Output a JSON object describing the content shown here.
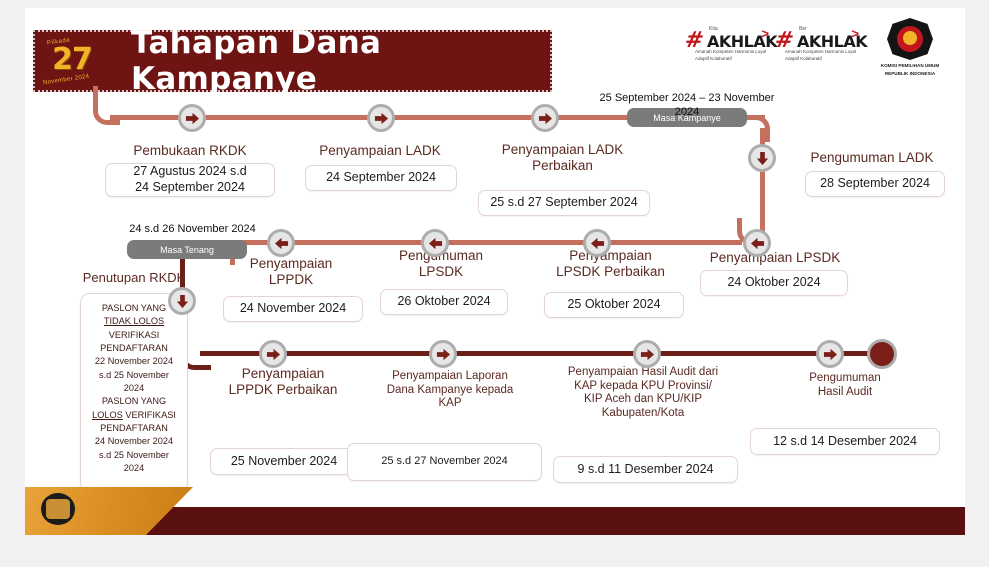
{
  "header": {
    "title": "Tahapan Dana Kampanye",
    "logo27": {
      "number": "27",
      "top_text": "Pilkada",
      "bottom_text": "November 2024"
    },
    "akhlak1": {
      "hash": "#",
      "word": "AKHLAK",
      "tag": "Kita",
      "sub": "Amanah Kompeten Harmonis Loyal Adaptif Kolaboratif"
    },
    "akhlak2": {
      "hash": "#",
      "word": "AKHLAK",
      "tag": "Ber",
      "sub": "Amanah Kompeten Harmonis Loyal Adaptif Kolaboratif"
    },
    "kpu": {
      "caption_line1": "KOMISI PEMILIHAN UMUM",
      "caption_line2": "REPUBLIK INDONESIA"
    }
  },
  "phases": {
    "kampanye": {
      "badge": "Masa Kampanye",
      "date": "25 September 2024 – 23 November 2024"
    },
    "tenang": {
      "badge": "Masa Tenang",
      "date": "24 s.d 26 November 2024"
    }
  },
  "row1": {
    "nodes": [
      {
        "label": "Pembukaan RKDK",
        "date": "27 Agustus 2024 s.d\n24 September 2024",
        "icon": "arrow-right-icon"
      },
      {
        "label": "Penyampaian LADK",
        "date": "24 September 2024",
        "icon": "arrow-right-icon"
      },
      {
        "label": "Penyampaian LADK\nPerbaikan",
        "date": "25 s.d 27 September 2024",
        "icon": "arrow-right-icon"
      },
      {
        "label": "Pengumuman LADK",
        "date": "28 September 2024",
        "icon": "arrow-down-icon"
      }
    ]
  },
  "row2": {
    "nodes": [
      {
        "label": "Penyampaian LPSDK",
        "date": "24 Oktober 2024",
        "icon": "arrow-left-icon"
      },
      {
        "label": "Penyampaian\nLPSDK Perbaikan",
        "date": "25 Oktober 2024",
        "icon": "arrow-left-icon"
      },
      {
        "label": "Pengumuman\nLPSDK",
        "date": "26 Oktober 2024",
        "icon": "arrow-left-icon"
      },
      {
        "label": "Penyampaian\nLPPDK",
        "date": "24 November 2024",
        "icon": "arrow-left-icon"
      },
      {
        "label": "Penutupan RKDK",
        "icon": "arrow-down-icon"
      }
    ]
  },
  "rkdk_box": {
    "line1": "PASLON YANG",
    "line2": "TIDAK LOLOS",
    "line3": "VERIFIKASI",
    "line4": "PENDAFTARAN",
    "line5": "22 November 2024",
    "line6": "s.d 25 November",
    "line7": "2024",
    "line8": "PASLON YANG",
    "line9": "LOLOS",
    "line10": "VERIFIKASI",
    "line11": "PENDAFTARAN",
    "line12": "24 November 2024",
    "line13": "s.d 25 November",
    "line14": "2024"
  },
  "row3": {
    "nodes": [
      {
        "label": "Penyampaian\nLPPDK Perbaikan",
        "date": "25 November 2024",
        "icon": "arrow-right-icon"
      },
      {
        "label": "Penyampaian Laporan\nDana Kampanye kepada\nKAP",
        "date": "25 s.d 27 November 2024",
        "icon": "arrow-right-icon"
      },
      {
        "label": "Penyampaian Hasil Audit dari\nKAP kepada KPU Provinsi/\nKIP Aceh dan KPU/KIP\nKabupaten/Kota",
        "date": "9 s.d 11 Desember 2024",
        "icon": "arrow-right-icon"
      },
      {
        "label": "Pengumuman\nHasil Audit",
        "date": "12 s.d 14 Desember 2024",
        "icon": "arrow-right-icon"
      },
      {
        "label": "",
        "icon": "end-dot-icon"
      }
    ]
  },
  "colors": {
    "banner": "#6e1413",
    "line_light": "#c4705c",
    "line_dark": "#6b1f17",
    "badge_gray": "#7b7b7b",
    "label_text": "#5b2a22",
    "footer_gold": "#d98c20",
    "footer_bar": "#5a0f10",
    "accent_gold": "#f0b429"
  }
}
